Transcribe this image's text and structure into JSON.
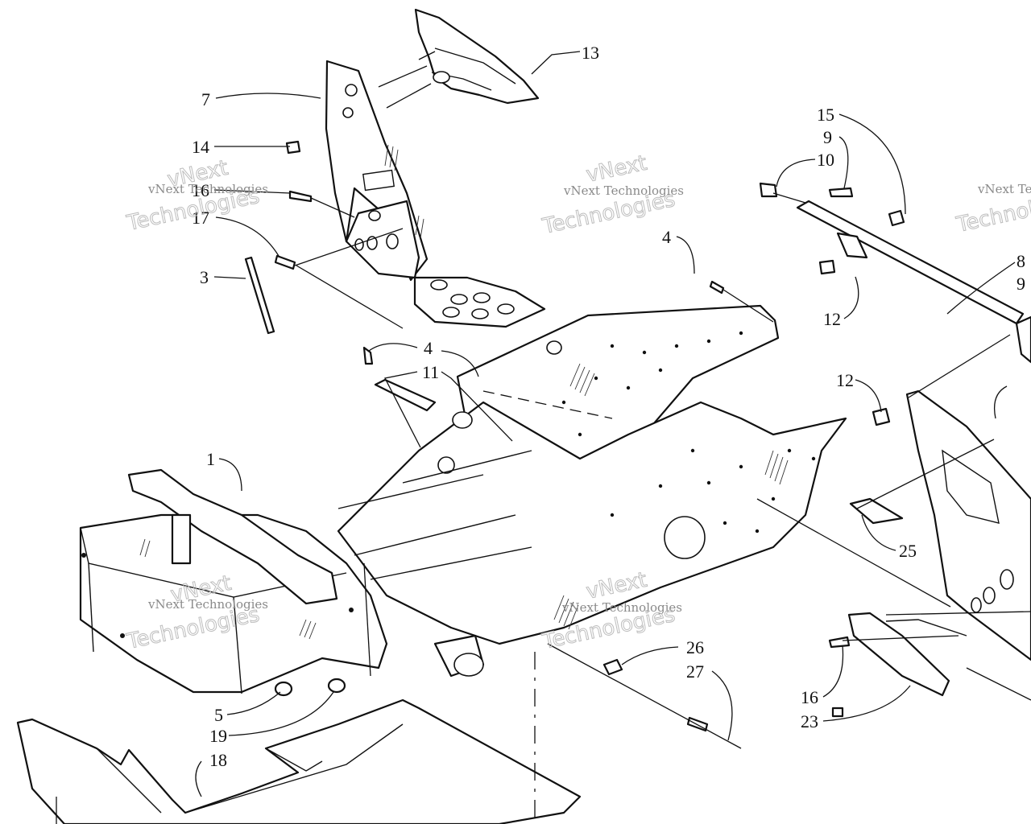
{
  "watermark": {
    "line1": "vNext Technologies",
    "line2": "Technologies",
    "line3": "vNext"
  },
  "callouts": [
    {
      "id": "c13",
      "label": "13"
    },
    {
      "id": "c7",
      "label": "7"
    },
    {
      "id": "c14",
      "label": "14"
    },
    {
      "id": "c16a",
      "label": "16"
    },
    {
      "id": "c17",
      "label": "17"
    },
    {
      "id": "c3",
      "label": "3"
    },
    {
      "id": "c4a",
      "label": "4"
    },
    {
      "id": "c4b",
      "label": "4"
    },
    {
      "id": "c11",
      "label": "11"
    },
    {
      "id": "c1",
      "label": "1"
    },
    {
      "id": "c15",
      "label": "15"
    },
    {
      "id": "c9",
      "label": "9"
    },
    {
      "id": "c10",
      "label": "10"
    },
    {
      "id": "c12a",
      "label": "12"
    },
    {
      "id": "c12b",
      "label": "12"
    },
    {
      "id": "c8",
      "label": "8"
    },
    {
      "id": "c9b",
      "label": "9"
    },
    {
      "id": "c25",
      "label": "25"
    },
    {
      "id": "c26",
      "label": "26"
    },
    {
      "id": "c27",
      "label": "27"
    },
    {
      "id": "c5",
      "label": "5"
    },
    {
      "id": "c19",
      "label": "19"
    },
    {
      "id": "c18",
      "label": "18"
    },
    {
      "id": "c16b",
      "label": "16"
    },
    {
      "id": "c23",
      "label": "23"
    }
  ]
}
